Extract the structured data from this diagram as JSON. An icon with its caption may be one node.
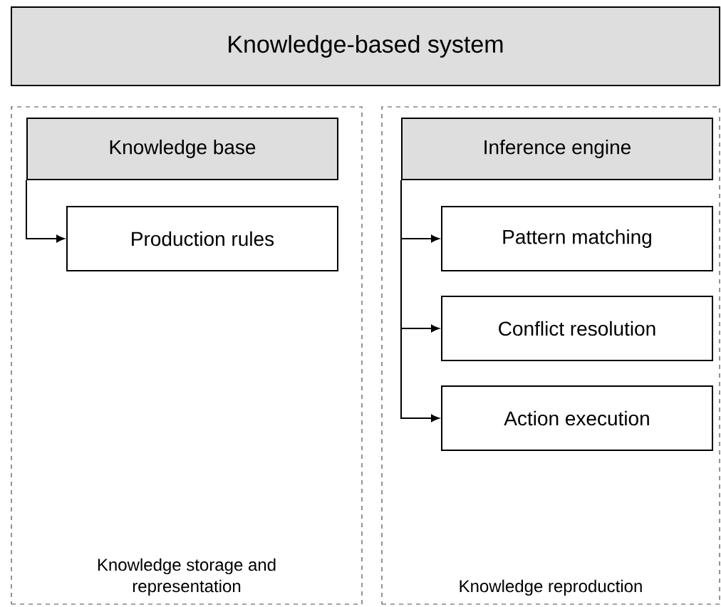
{
  "diagram": {
    "nodes": [
      {
        "text": [
          "Knowledge-based system"
        ]
      },
      {
        "text": [
          "Knowledge storage and representation"
        ]
      },
      {
        "text": [
          "Knowledge base"
        ],
        "in": 1
      },
      {
        "text": [
          "Production rules"
        ],
        "in": 1
      },
      {
        "text": [
          "Knowledge reproduction"
        ]
      },
      {
        "text": [
          "Inference engine"
        ],
        "in": 4
      },
      {
        "text": [
          "Pattern matching"
        ],
        "in": 4
      },
      {
        "text": [
          "Conflict resolution"
        ],
        "in": 4
      },
      {
        "text": [
          "Action execution"
        ],
        "in": 4
      }
    ],
    "edges": [
      {
        "from": 2,
        "to": 3,
        "arrow": "to"
      },
      {
        "from": 5,
        "to": 6,
        "arrow": "to"
      },
      {
        "from": 5,
        "to": 7,
        "arrow": "to"
      },
      {
        "from": 5,
        "to": 8,
        "arrow": "to"
      }
    ]
  }
}
